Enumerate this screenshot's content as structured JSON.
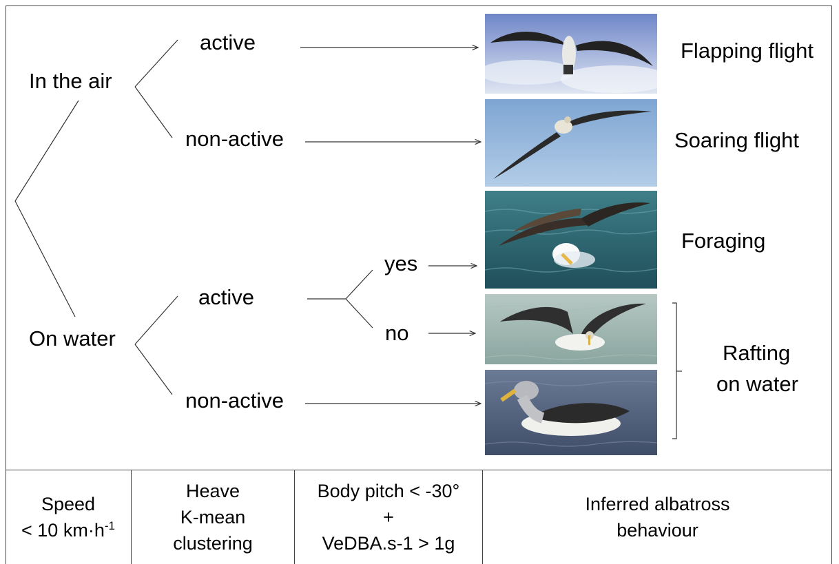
{
  "tree": {
    "root_air": "In the air",
    "root_water": "On water",
    "air_active": "active",
    "air_nonactive": "non-active",
    "water_active": "active",
    "water_nonactive": "non-active",
    "yes": "yes",
    "no": "no"
  },
  "behaviours": {
    "flapping": "Flapping flight",
    "soaring": "Soaring flight",
    "foraging": "Foraging",
    "rafting_line1": "Rafting",
    "rafting_line2": "on water"
  },
  "photos": [
    {
      "name": "albatross-flapping-photo",
      "sky": "#9fb1dc"
    },
    {
      "name": "albatross-soaring-photo",
      "sky": "#8fb3d8"
    },
    {
      "name": "albatross-foraging-photo",
      "sea": "#2d6a74"
    },
    {
      "name": "albatross-wings-raised-photo",
      "sea": "#9cb3ad"
    },
    {
      "name": "albatross-resting-photo",
      "sea": "#5d6d87"
    }
  ],
  "table": {
    "speed_line1": "Speed",
    "speed_line2_prefix": "< 10 km",
    "speed_line2_dot": "·",
    "speed_line2_h": "h",
    "speed_line2_sup": "-1",
    "heave_line1": "Heave",
    "heave_line2": "K-mean",
    "heave_line3": "clustering",
    "pitch_line1": "Body pitch < -30°",
    "pitch_line2": "+",
    "pitch_line3": "VeDBA.s-1 > 1g",
    "inferred_line1": "Inferred albatross",
    "inferred_line2": "behaviour"
  },
  "colors": {
    "line": "#333333",
    "frame": "#444444"
  }
}
